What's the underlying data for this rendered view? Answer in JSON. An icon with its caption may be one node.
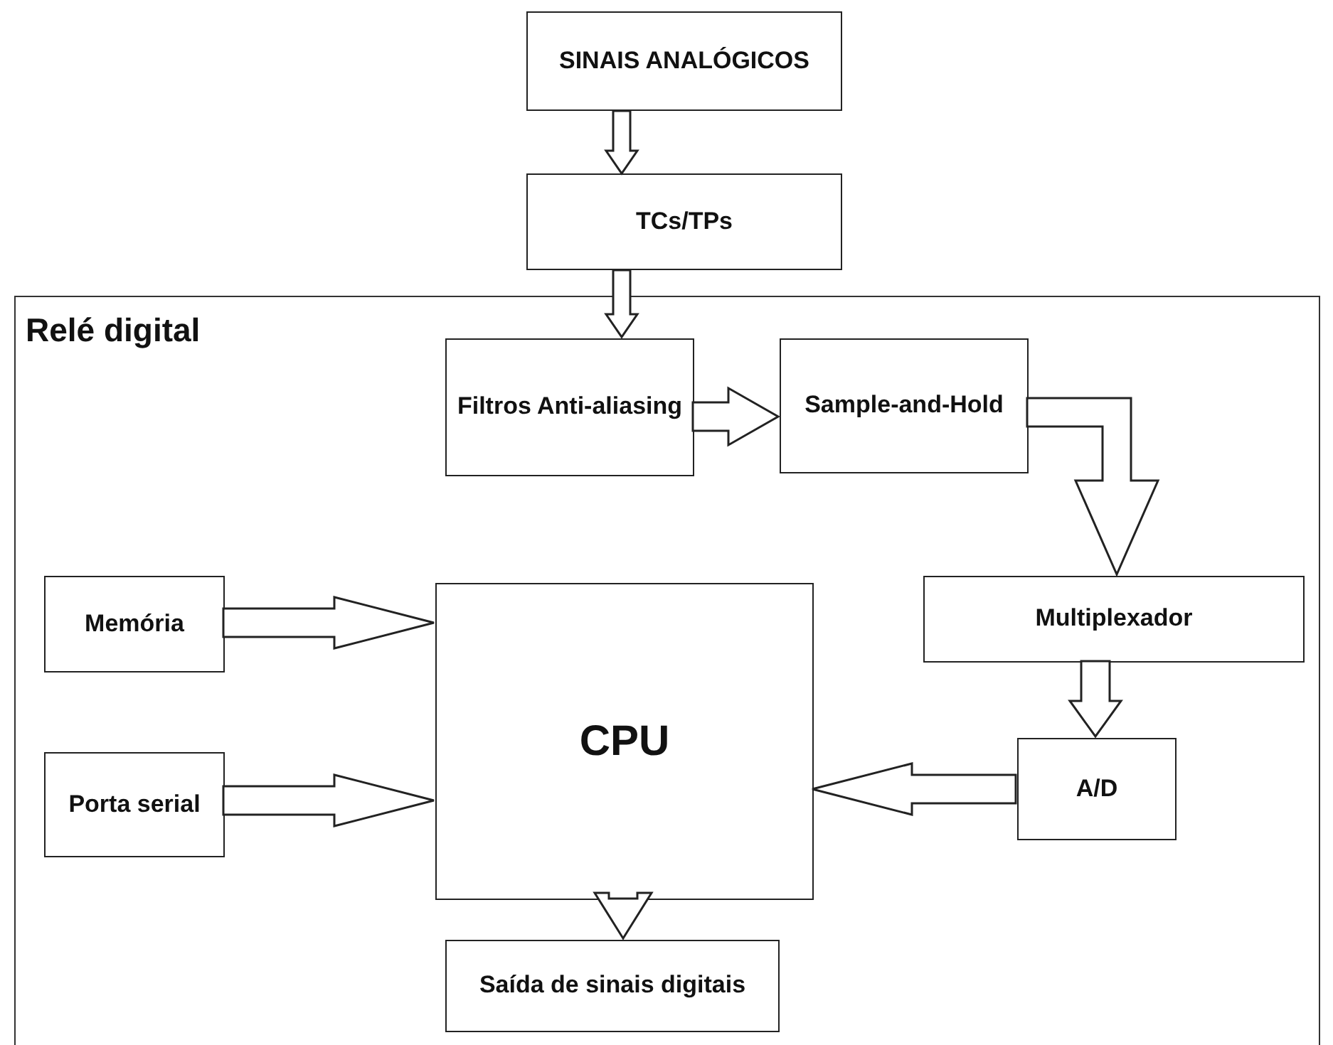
{
  "diagram": {
    "nodes": [
      {
        "text": [
          "SINAIS ANALÓGICOS"
        ]
      },
      {
        "text": [
          "TCs/TPs"
        ]
      },
      {
        "text": [
          "Relé digital"
        ]
      },
      {
        "text": [
          "Filtros Anti-aliasing"
        ],
        "in": 2
      },
      {
        "text": [
          "Sample-and-Hold"
        ],
        "in": 2
      },
      {
        "text": [
          "Memória"
        ],
        "in": 2
      },
      {
        "text": [
          "CPU"
        ],
        "in": 2
      },
      {
        "text": [
          "Multiplexador"
        ],
        "in": 2
      },
      {
        "text": [
          "Porta serial"
        ],
        "in": 2
      },
      {
        "text": [
          "A/D"
        ],
        "in": 2
      },
      {
        "text": [
          "Saída de sinais digitais"
        ],
        "in": 2
      }
    ],
    "edges": [
      {
        "from": 0,
        "to": 1,
        "arrow": "to"
      },
      {
        "from": 1,
        "to": 3,
        "arrow": "to"
      },
      {
        "from": 3,
        "to": 4,
        "arrow": "to"
      },
      {
        "from": 4,
        "to": 7,
        "arrow": "to"
      },
      {
        "from": 5,
        "to": 6,
        "arrow": "to"
      },
      {
        "from": 8,
        "to": 6,
        "arrow": "to"
      },
      {
        "from": 7,
        "to": 9,
        "arrow": "to"
      },
      {
        "from": 9,
        "to": 6,
        "arrow": "to"
      },
      {
        "from": 6,
        "to": 10,
        "arrow": "to"
      }
    ]
  }
}
